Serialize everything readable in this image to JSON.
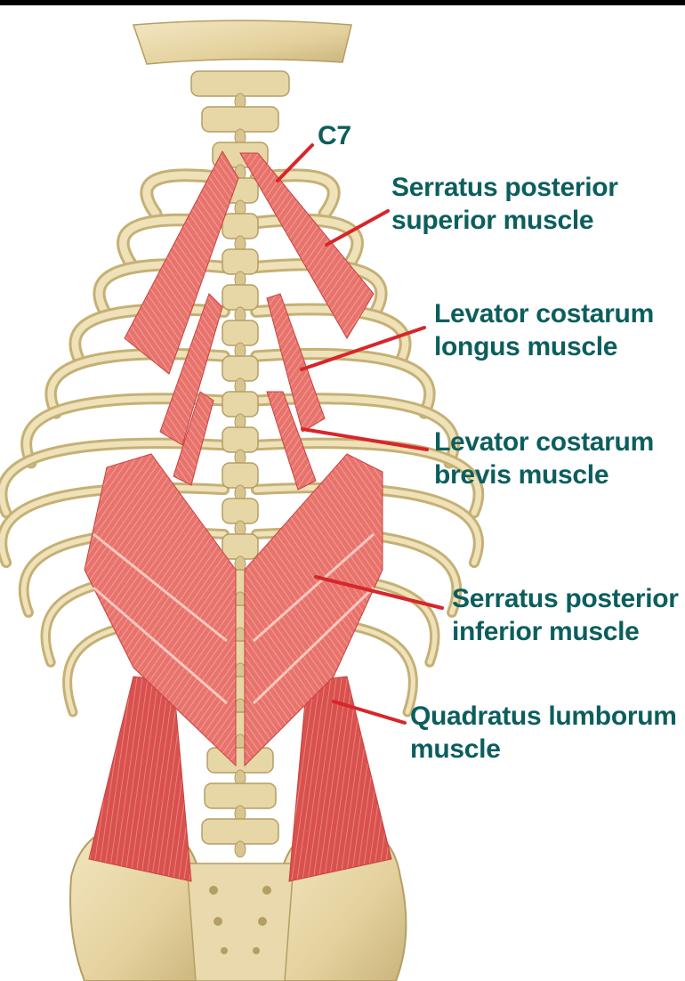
{
  "colors": {
    "label_text": "#0c5e5e",
    "leader_line": "#d7262a",
    "bone": "#e7d6a6",
    "bone_shadow": "#b49e63",
    "muscle": "#e66a66",
    "muscle_dark": "#c8413f",
    "muscle_light": "#f6b5ac"
  },
  "labels": {
    "c7": "C7",
    "serratus_superior": [
      "Serratus posterior",
      "superior muscle"
    ],
    "levator_longus": [
      "Levator costarum",
      "longus muscle"
    ],
    "levator_brevis": [
      "Levator costarum",
      "brevis muscle"
    ],
    "serratus_inferior": [
      "Serratus posterior",
      "inferior muscle"
    ],
    "quadratus": [
      "Quadratus lumborum",
      "muscle"
    ]
  }
}
